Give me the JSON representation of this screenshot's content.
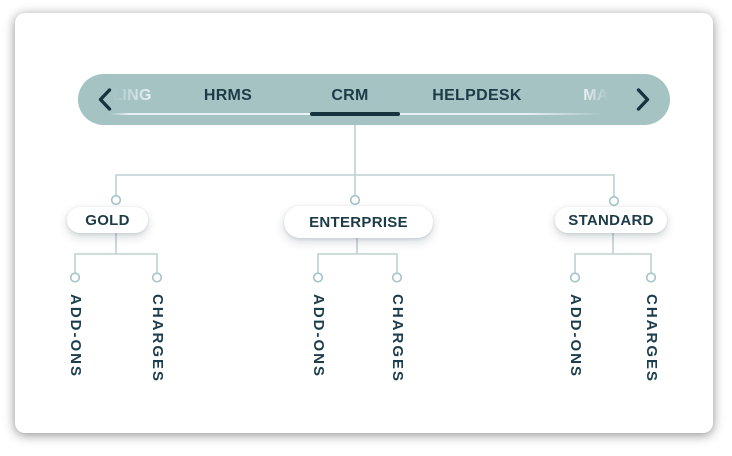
{
  "colors": {
    "tabbar_bg": "#a6c3c4",
    "ink_dark": "#16333f",
    "text_dark": "#1d3b47",
    "connector_line": "#bdd1d4",
    "connector_dot_stroke": "#a4c4ca",
    "node_bg": "#ffffff",
    "card_bg": "#ffffff"
  },
  "icons": {
    "scroll_left": "chevron-left",
    "scroll_right": "chevron-right"
  },
  "tabbar": {
    "active_tab": "CRM",
    "tabs": [
      {
        "label": "LING",
        "partial": "left"
      },
      {
        "label": "HRMS"
      },
      {
        "label": "CRM",
        "active": true
      },
      {
        "label": "HELPDESK"
      },
      {
        "label": "MA",
        "partial": "right"
      }
    ]
  },
  "tree": {
    "root_tab": "CRM",
    "nodes": [
      {
        "label": "GOLD",
        "children": [
          {
            "label": "ADD-ONS"
          },
          {
            "label": "CHARGES"
          }
        ]
      },
      {
        "label": "ENTERPRISE",
        "children": [
          {
            "label": "ADD-ONS"
          },
          {
            "label": "CHARGES"
          }
        ]
      },
      {
        "label": "STANDARD",
        "children": [
          {
            "label": "ADD-ONS"
          },
          {
            "label": "CHARGES"
          }
        ]
      }
    ]
  }
}
